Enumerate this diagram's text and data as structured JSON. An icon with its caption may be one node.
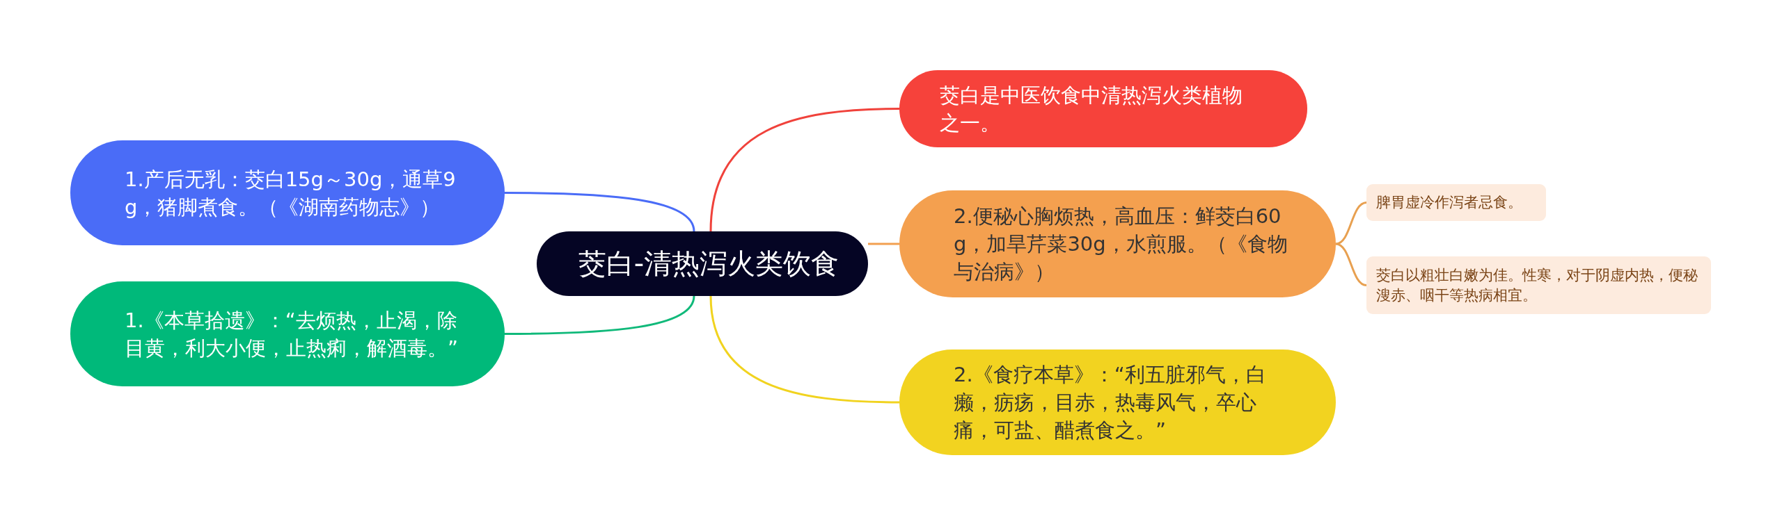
{
  "diagram": {
    "nodes": [
      {
        "text": [
          "茭白-清热泻火类饮食"
        ]
      },
      {
        "text": [
          "1.产后无乳：茭白15g～30g，通草9g，猪脚煮食。（《湖南药物志》）"
        ]
      },
      {
        "text": [
          "1.《本草拾遗》：“去烦热，止渴，除目黄，利大小便，止热痢，解酒毒。”"
        ]
      },
      {
        "text": [
          "茭白是中医饮食中清热泻火类植物之一。"
        ]
      },
      {
        "text": [
          "2.便秘心胸烦热，高血压：鲜茭白60g，加旱芹菜30g，水煎服。（《食物与治病》）"
        ]
      },
      {
        "text": [
          "脾胃虚冷作泻者忌食。"
        ]
      },
      {
        "text": [
          "茭白以粗壮白嫩为佳。性寒，对于阴虚内热，便秘溲赤、咽干等热病相宜。"
        ]
      },
      {
        "text": [
          "2.《食疗本草》：“利五脏邪气，白癞，疬疡，目赤，热毒风气，卒心痛，可盐、醋煮食之。”"
        ]
      }
    ],
    "edges": [
      {
        "from": 0,
        "to": 1,
        "arrow": "none",
        "color": "#4a6cf7"
      },
      {
        "from": 0,
        "to": 2,
        "arrow": "none",
        "color": "#10b97a"
      },
      {
        "from": 0,
        "to": 3,
        "arrow": "none",
        "color": "#f0423b"
      },
      {
        "from": 0,
        "to": 4,
        "arrow": "none",
        "color": "#f2a050"
      },
      {
        "from": 4,
        "to": 5,
        "arrow": "none",
        "color": "#e8a050"
      },
      {
        "from": 4,
        "to": 6,
        "arrow": "none",
        "color": "#e8a050"
      },
      {
        "from": 0,
        "to": 7,
        "arrow": "none",
        "color": "#f1d31f"
      }
    ]
  }
}
